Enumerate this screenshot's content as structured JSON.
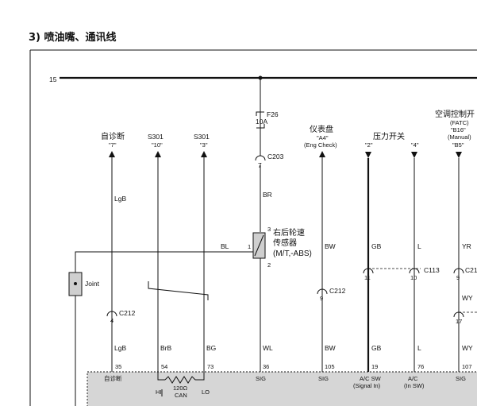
{
  "heading": "3)  喷油嘴、通讯线",
  "bus": {
    "label": "15"
  },
  "fuse": {
    "id": "F26",
    "rating": "10A"
  },
  "connectors": {
    "c203": "C203",
    "c212": "C212",
    "c113": "C113",
    "c21x": "C21"
  },
  "sensor": {
    "line1": "右后轮速",
    "line2": "传感器",
    "line3": "(M/T,-ABS)",
    "pin1": "1",
    "pin2": "2",
    "pin3": "3"
  },
  "joint": {
    "label": "Joint"
  },
  "ecu": {
    "resistor": "120Ω",
    "can": "CAN",
    "hi": "HI",
    "lo": "LO"
  },
  "circuits": [
    {
      "id": "diag",
      "top1": "自诊断",
      "top2": "\"7\"",
      "top3": "",
      "top4": "",
      "wire1": "LgB",
      "pin1": "4",
      "wire2": "LgB",
      "ecu_pin": "35",
      "ecu_label1": "自诊断",
      "ecu_label2": ""
    },
    {
      "id": "s301a",
      "top1": "S301",
      "top2": "\"10\"",
      "top3": "",
      "top4": "",
      "wire1": "",
      "pin1": "",
      "wire2": "BrB",
      "ecu_pin": "54",
      "ecu_label1": "",
      "ecu_label2": ""
    },
    {
      "id": "s301b",
      "top1": "S301",
      "top2": "\"3\"",
      "top3": "",
      "top4": "",
      "wire1": "",
      "pin1": "",
      "wire2": "BG",
      "ecu_pin": "73",
      "ecu_label1": "",
      "ecu_label2": ""
    },
    {
      "id": "sensor",
      "top1": "",
      "top2": "",
      "top3": "",
      "top4": "",
      "wire1": "BR",
      "pin1": "7",
      "wire2": "WL",
      "ecu_pin": "36",
      "ecu_label1": "SIG",
      "ecu_label2": ""
    },
    {
      "id": "meter",
      "top1": "仪表盘",
      "top2": "\"A4\"",
      "top3": "(Eng Check)",
      "top4": "",
      "wire1": "BW",
      "pin1": "9",
      "wire2": "BW",
      "ecu_pin": "105",
      "ecu_label1": "SIG",
      "ecu_label2": ""
    },
    {
      "id": "press2",
      "top1": "压力开关",
      "top2": "\"2\"",
      "top3": "",
      "top4": "",
      "wire1": "GB",
      "pin1": "11",
      "wire2": "GB",
      "ecu_pin": "19",
      "ecu_label1": "A/C SW",
      "ecu_label2": "(Signal In)"
    },
    {
      "id": "press4",
      "top1": "",
      "top2": "\"4\"",
      "top3": "",
      "top4": "",
      "wire1": "L",
      "pin1": "10",
      "wire2": "L",
      "ecu_pin": "76",
      "ecu_label1": "A/C",
      "ecu_label2": "(In SW)"
    },
    {
      "id": "ac",
      "top1": "空调控制开",
      "top2": "(FATC)",
      "top3": "\"B16\"",
      "top4": "(Manual)",
      "top5": "\"B5\"",
      "wire1": "YR",
      "pin1": "9",
      "wire_mid": "WY",
      "pin_mid": "17",
      "wire2": "WY",
      "ecu_pin": "107",
      "ecu_label1": "SIG",
      "ecu_label2": ""
    }
  ],
  "sensor_wire": "BL"
}
